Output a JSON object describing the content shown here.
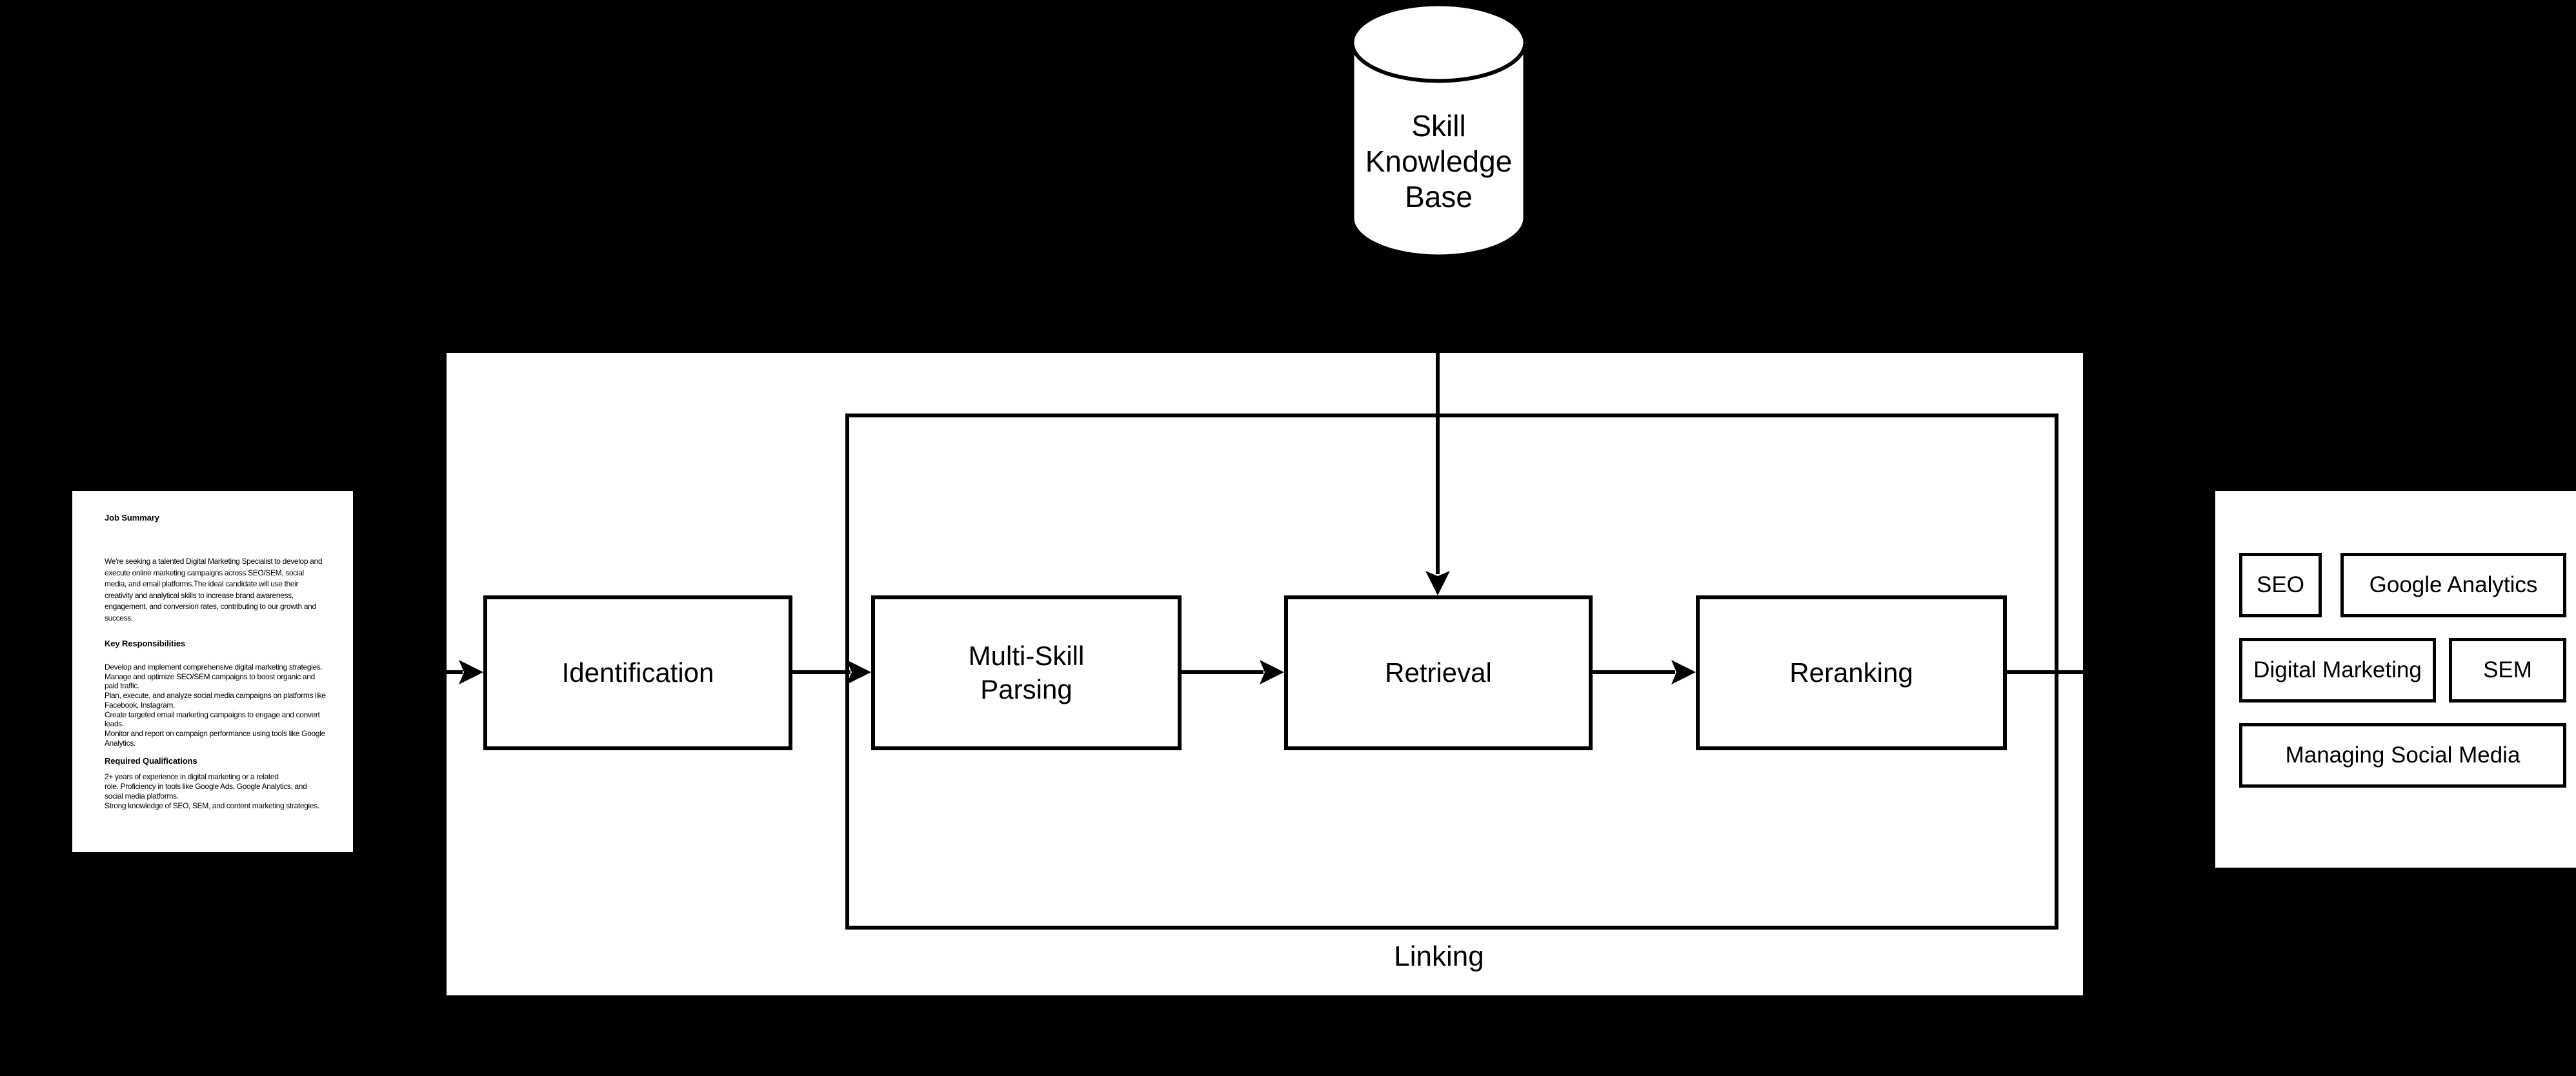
{
  "colors": {
    "background": "#000000",
    "surface": "#ffffff",
    "line": "#000000"
  },
  "knowledge_base": {
    "label": "Skill\nKnowledge\nBase"
  },
  "document": {
    "sections": [
      {
        "heading": "Job Summary",
        "body": "We're seeking a talented Digital Marketing Specialist to develop and\nexecute online marketing campaigns across SEO/SEM, social\nmedia, and email platforms.The ideal candidate will use their\ncreativity and analytical skills to increase brand awareness,\nengagement, and conversion rates, contributing to our growth and\nsuccess."
      },
      {
        "heading": "Key Responsibilities",
        "body": "Develop and implement comprehensive digital marketing strategies.\nManage and optimize SEO/SEM campaigns to boost organic and\npaid traffic.\nPlan, execute, and analyze social media campaigns on platforms like\nFacebook, Instagram.\nCreate targeted email marketing campaigns to engage and convert\nleads.\nMonitor and report on campaign performance using tools like Google\nAnalytics."
      },
      {
        "heading": "Required Qualifications",
        "body": "2+ years of experience in digital marketing or a related\nrole. Proficiency in tools like Google Ads, Google Analytics, and\nsocial media platforms.\nStrong knowledge of SEO, SEM, and content marketing strategies."
      }
    ]
  },
  "pipeline": {
    "stages": [
      {
        "label": "Identification"
      },
      {
        "label": "Multi-Skill\nParsing"
      },
      {
        "label": "Retrieval"
      },
      {
        "label": "Reranking"
      }
    ],
    "linking_label": "Linking"
  },
  "skills": [
    {
      "label": "SEO"
    },
    {
      "label": "Google Analytics"
    },
    {
      "label": "Digital Marketing"
    },
    {
      "label": "SEM"
    },
    {
      "label": "Managing Social Media"
    }
  ]
}
